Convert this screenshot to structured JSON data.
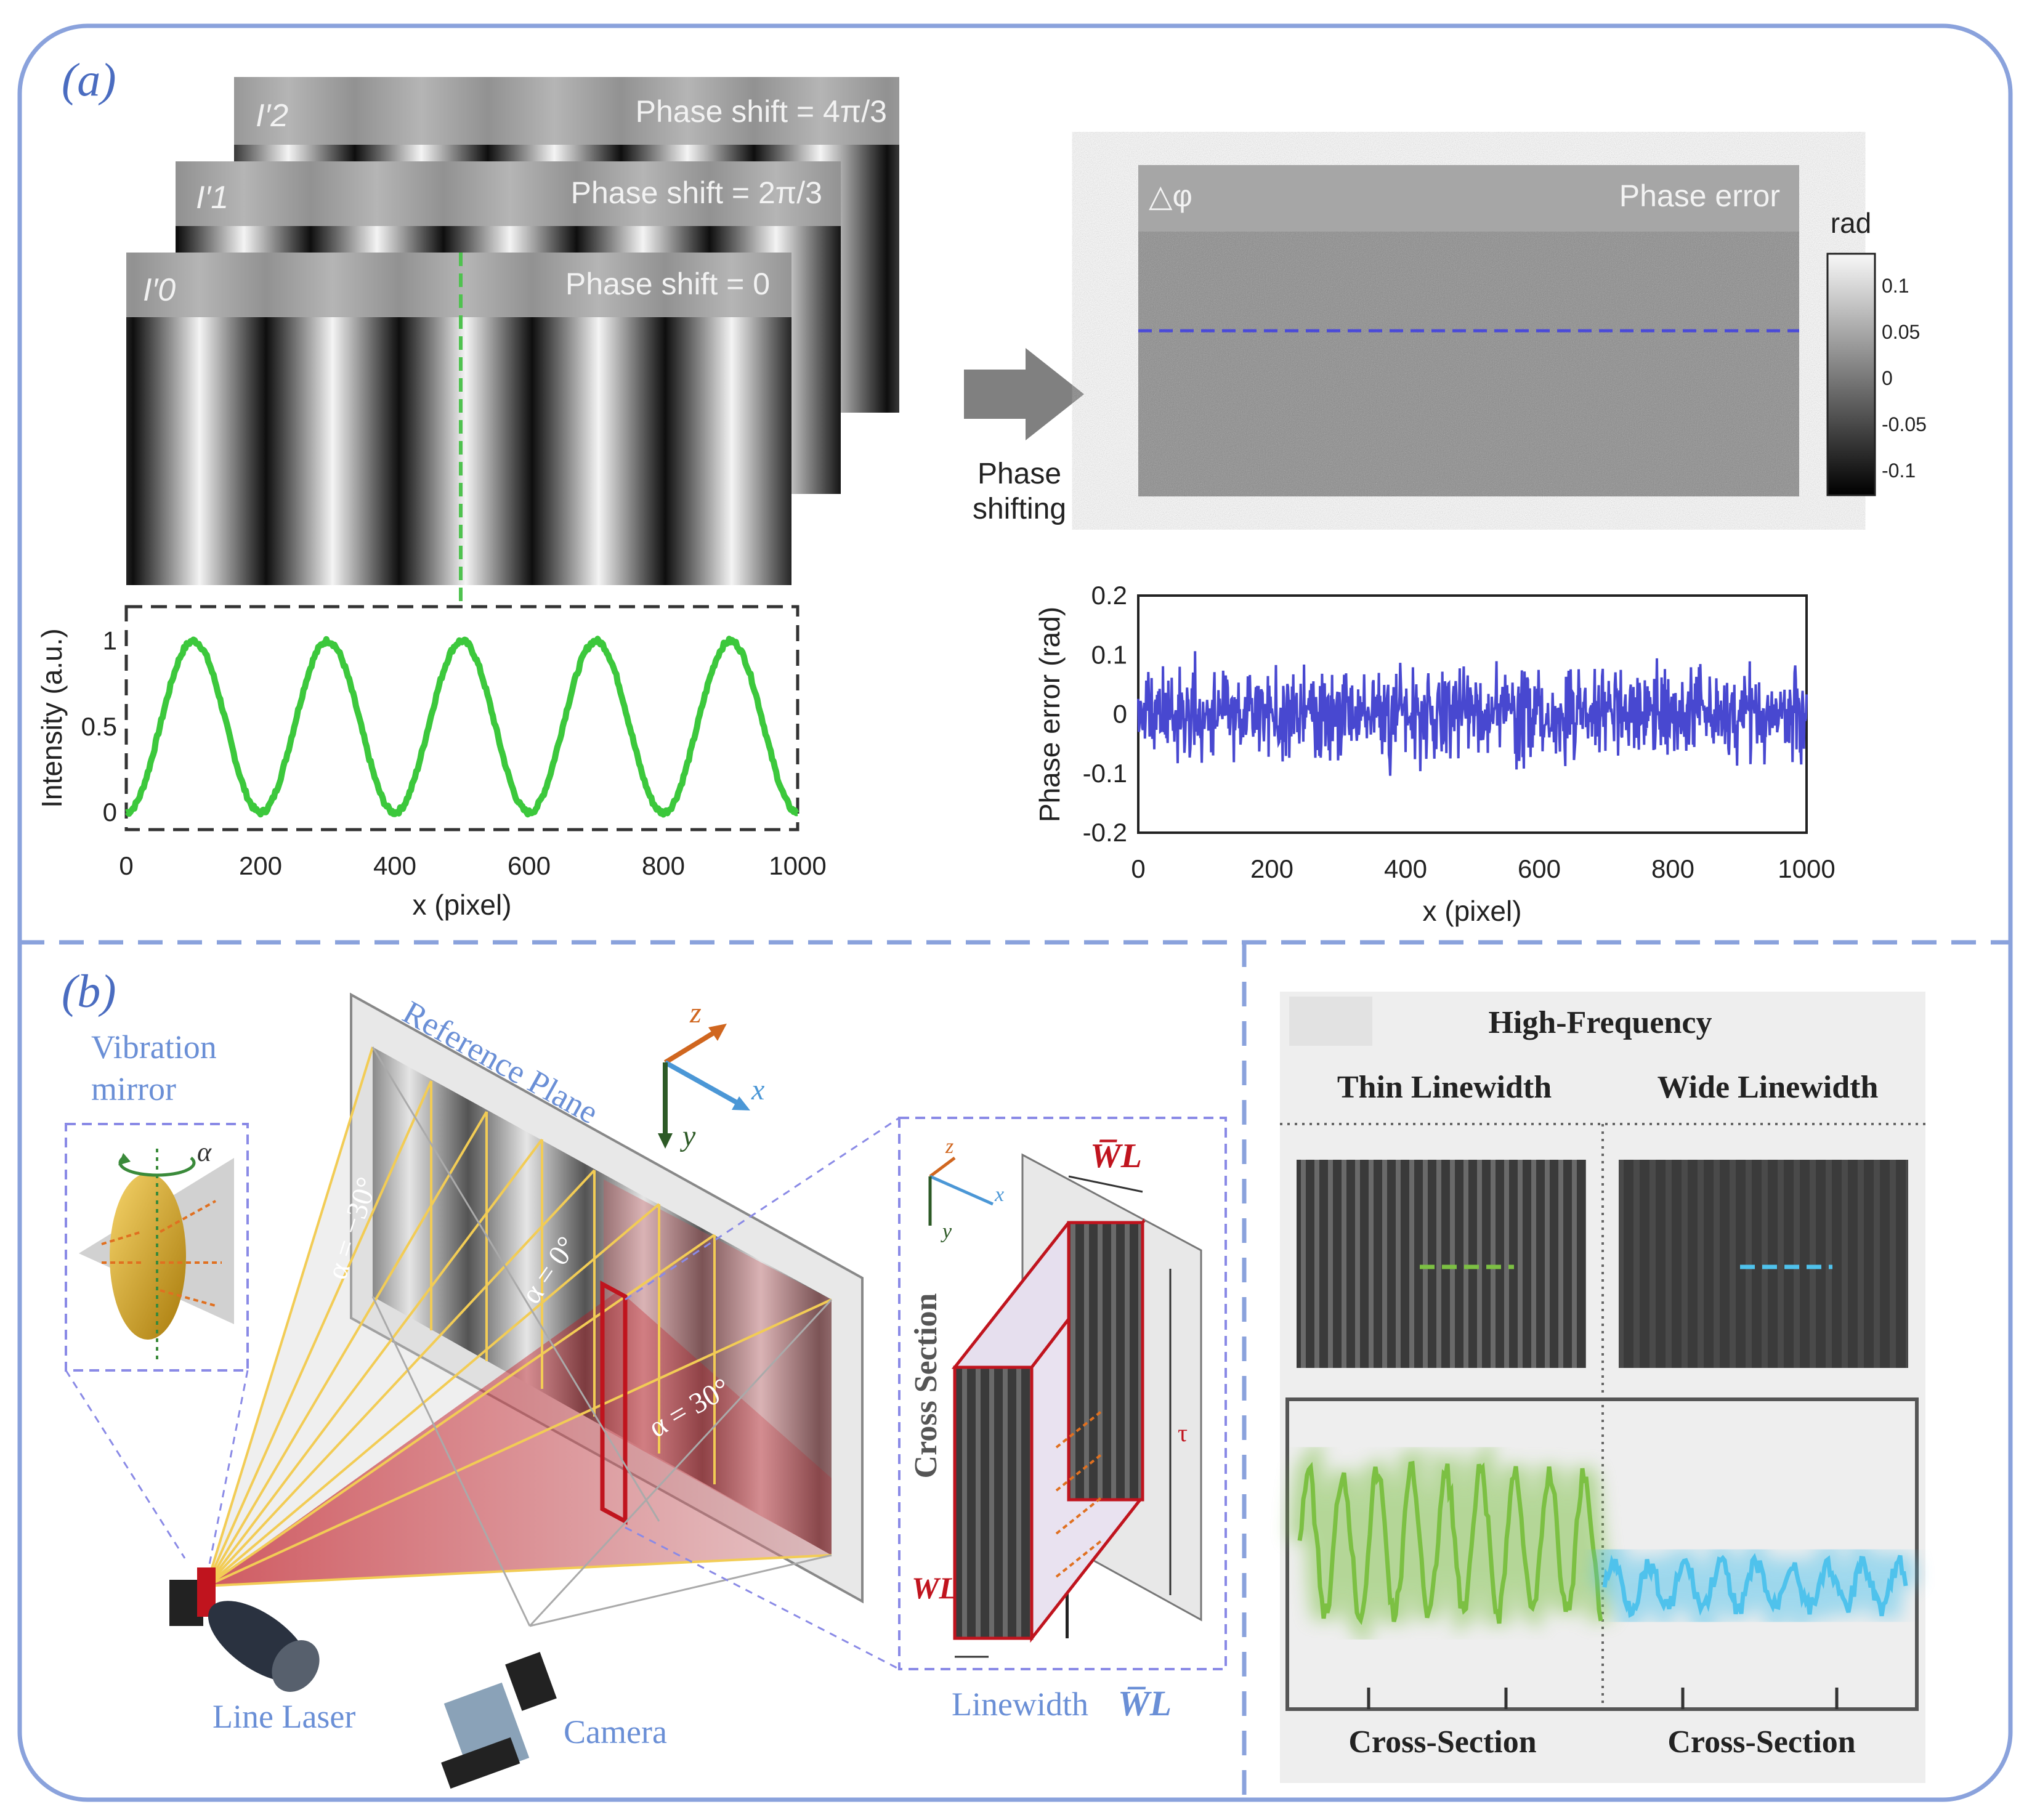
{
  "panel_a": {
    "label": "(a)",
    "frames": [
      {
        "label": "I′0",
        "phase": "Phase shift = 0"
      },
      {
        "label": "I′1",
        "phase": "Phase shift = 2π/3"
      },
      {
        "label": "I′2",
        "phase": "Phase shift = 4π/3"
      }
    ],
    "arrow_label_1": "Phase",
    "arrow_label_2": "shifting",
    "error_map": {
      "corner_label": "△φ",
      "title": "Phase error",
      "colorbar_unit": "rad",
      "colorbar_ticks": [
        "0.1",
        "0.05",
        "0",
        "-0.05",
        "-0.1"
      ]
    }
  },
  "chart_data": [
    {
      "type": "line",
      "title": "",
      "xlabel": "x (pixel)",
      "ylabel": "Intensity (a.u.)",
      "xlim": [
        0,
        1000
      ],
      "ylim": [
        -0.1,
        1.2
      ],
      "xticks": [
        "0",
        "200",
        "400",
        "600",
        "800",
        "1000"
      ],
      "yticks": [
        "0",
        "0.5",
        "1"
      ],
      "series": [
        {
          "color": "#3cc83c",
          "function": "0.5 - 0.5*cos(2*pi*x/200)",
          "period": 200,
          "amplitude": 0.5,
          "offset": 0.5
        }
      ]
    },
    {
      "type": "line",
      "title": "",
      "xlabel": "x (pixel)",
      "ylabel": "Phase error (rad)",
      "xlim": [
        0,
        1000
      ],
      "ylim": [
        -0.2,
        0.2
      ],
      "xticks": [
        "0",
        "200",
        "400",
        "600",
        "800",
        "1000"
      ],
      "yticks": [
        "0.2",
        "0.1",
        "0",
        "-0.1",
        "-0.2"
      ],
      "series": [
        {
          "color": "#4848d0",
          "mean": 0,
          "range": [
            -0.12,
            0.12
          ]
        }
      ]
    }
  ],
  "panel_b": {
    "label": "(b)",
    "vibration_mirror_1": "Vibration",
    "vibration_mirror_2": "mirror",
    "alpha_symbol": "α",
    "reference_plane": "Reference Plane",
    "angle_minus30": "α = −30°",
    "angle_0": "α = 0°",
    "angle_30": "α = 30°",
    "axes": {
      "z": "z",
      "x": "x",
      "y": "y"
    },
    "line_laser": "Line Laser",
    "camera": "Camera",
    "cross_section": "Cross Section",
    "linewidth": "Linewidth",
    "linewidth_symbol": "W̅L",
    "wl_bar": "W̅L",
    "wl": "WL",
    "tau": "τ",
    "colors": {
      "laser_red": "#c0141e",
      "mirror_gold": "#d4a017",
      "label_blue": "#6a8fd6"
    }
  },
  "panel_c": {
    "heading": "High-Frequency",
    "thin": "Thin Linewidth",
    "wide": "Wide Linewidth",
    "cross_left": "Cross-Section",
    "cross_right": "Cross-Section",
    "colors": {
      "thin": "#7cc043",
      "wide": "#4fc2ec"
    }
  }
}
